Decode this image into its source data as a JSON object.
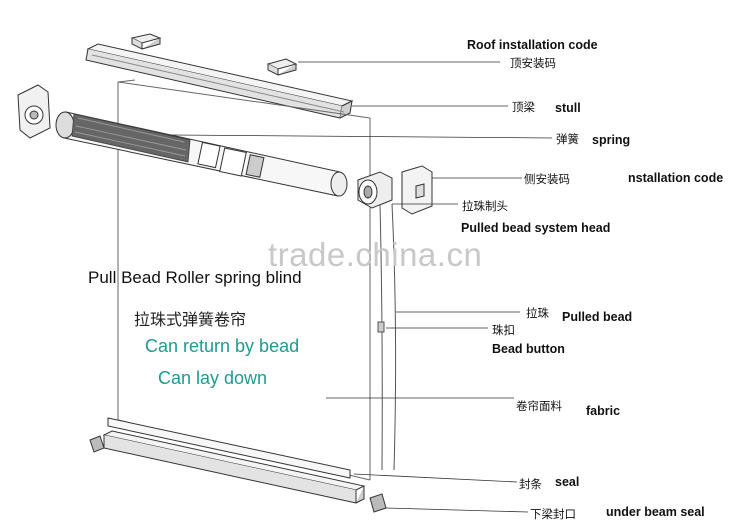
{
  "watermark": "trade.china.cn",
  "product": {
    "title": "Pull Bead Roller spring blind",
    "title_zh": "拉珠式弹簧卷帘",
    "feature_1": "Can return by bead",
    "feature_2": "Can lay down"
  },
  "labels": {
    "roof_code_en": "Roof installation code",
    "roof_code_zh": "顶安装码",
    "stull_zh": "顶梁",
    "stull_en": "stull",
    "spring_zh": "弹簧",
    "spring_en": "spring",
    "side_code_zh": "侧安装码",
    "side_code_en": "nstallation code",
    "bead_head_zh": "拉珠制头",
    "bead_head_en": "Pulled bead system head",
    "pulled_bead_zh": "拉珠",
    "pulled_bead_en": "Pulled bead",
    "bead_button_zh": "珠扣",
    "bead_button_en": "Bead button",
    "fabric_zh": "卷帘面料",
    "fabric_en": "fabric",
    "seal_zh": "封条",
    "seal_en": "seal",
    "under_beam_zh": "下梁封口",
    "under_beam_en": "under beam seal"
  }
}
